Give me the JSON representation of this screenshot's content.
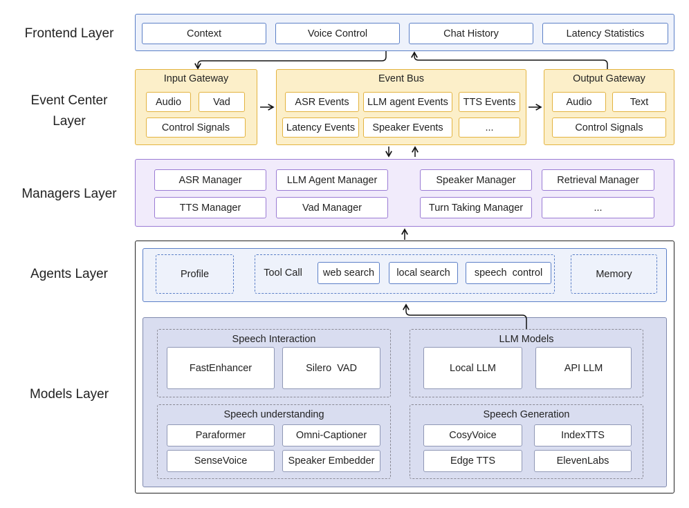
{
  "layers": {
    "frontend": "Frontend Layer",
    "event_center_line1": "Event Center",
    "event_center_line2": "Layer",
    "managers": "Managers Layer",
    "agents": "Agents Layer",
    "models": "Models Layer"
  },
  "frontend": {
    "items": [
      "Context",
      "Voice Control",
      "Chat History",
      "Latency Statistics"
    ]
  },
  "event_center": {
    "input_gateway": {
      "title": "Input Gateway",
      "items": [
        "Audio",
        "Vad",
        "Control Signals"
      ]
    },
    "event_bus": {
      "title": "Event Bus",
      "items": [
        "ASR Events",
        "LLM agent Events",
        "TTS Events",
        "Latency Events",
        "Speaker Events",
        "..."
      ]
    },
    "output_gateway": {
      "title": "Output Gateway",
      "items": [
        "Audio",
        "Text",
        "Control Signals"
      ]
    }
  },
  "managers": {
    "items": [
      "ASR Manager",
      "LLM Agent Manager",
      "Speaker Manager",
      "Retrieval Manager",
      "TTS Manager",
      "Vad Manager",
      "Turn Taking Manager",
      "..."
    ]
  },
  "agents": {
    "profile": "Profile",
    "tool_call": {
      "label": "Tool Call",
      "items": [
        "web search",
        "local search",
        "speech  control"
      ]
    },
    "memory": "Memory"
  },
  "models": {
    "speech_interaction": {
      "title": "Speech Interaction",
      "items": [
        "FastEnhancer",
        "Silero  VAD"
      ]
    },
    "llm_models": {
      "title": "LLM Models",
      "items": [
        "Local LLM",
        "API LLM"
      ]
    },
    "speech_understanding": {
      "title": "Speech understanding",
      "items": [
        "Paraformer",
        "Omni-Captioner",
        "SenseVoice",
        "Speaker Embedder"
      ]
    },
    "speech_generation": {
      "title": "Speech Generation",
      "items": [
        "CosyVoice",
        "IndexTTS",
        "Edge TTS",
        "ElevenLabs"
      ]
    }
  },
  "colors": {
    "frontend": "#5b7fc7",
    "event_center": "#e3b33f",
    "managers": "#9a7bd4",
    "models": "#7f89ad"
  }
}
